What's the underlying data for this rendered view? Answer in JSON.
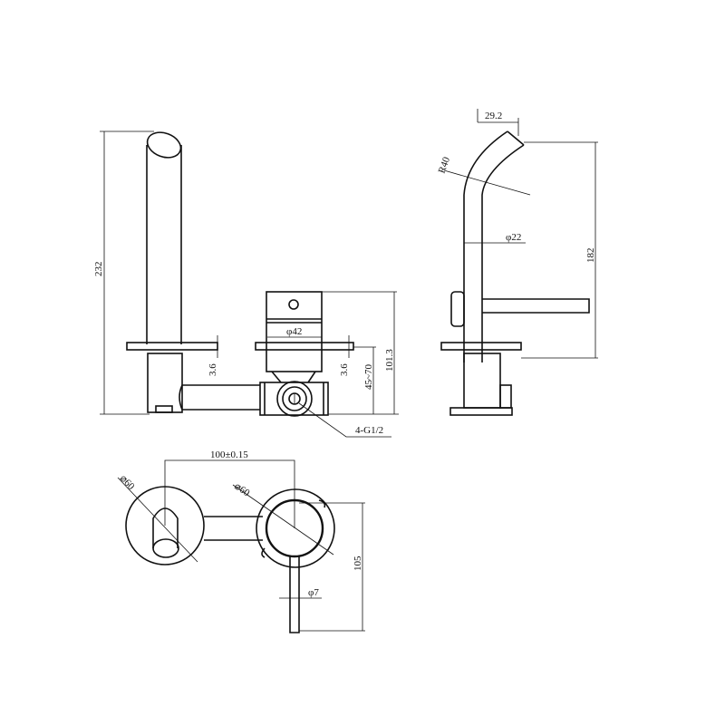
{
  "dimensions": {
    "spout_height": "232",
    "plate_left": "3.6",
    "mixer_diameter": "φ42",
    "plate_right": "3.6",
    "wall_depth": "45~70",
    "body_height": "101.3",
    "thread": "4-G1/2",
    "spout_tip": "29.2",
    "bend_radius": "R40",
    "spout_diameter": "φ22",
    "side_height": "182",
    "center_distance": "100±0.15",
    "plate_dia_left": "⌀60",
    "plate_dia_right": "⌀60",
    "lever_length": "105",
    "lever_diameter": "φ7"
  }
}
